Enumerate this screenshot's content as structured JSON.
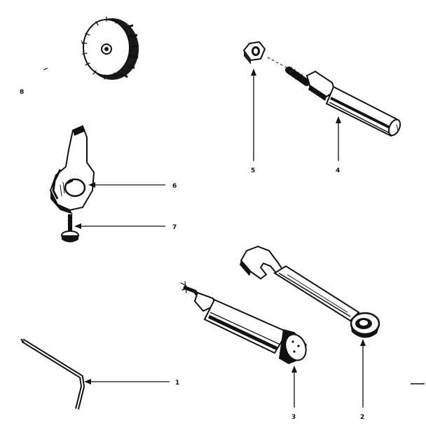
{
  "diagram": {
    "labels": {
      "p1": "1",
      "p2": "2",
      "p3": "3",
      "p4": "4",
      "p5": "5",
      "p6": "6",
      "p7": "7",
      "p8": "8"
    },
    "parts": [
      {
        "id": "1",
        "icon": "allen-wrench-icon"
      },
      {
        "id": "2",
        "icon": "combination-wrench-icon"
      },
      {
        "id": "3",
        "icon": "screwdriver-icon"
      },
      {
        "id": "4",
        "icon": "spindle-shaft-icon"
      },
      {
        "id": "5",
        "icon": "hex-nut-icon"
      },
      {
        "id": "6",
        "icon": "cam-lever-icon"
      },
      {
        "id": "7",
        "icon": "screw-icon"
      },
      {
        "id": "8",
        "icon": "gear-icon"
      }
    ]
  }
}
